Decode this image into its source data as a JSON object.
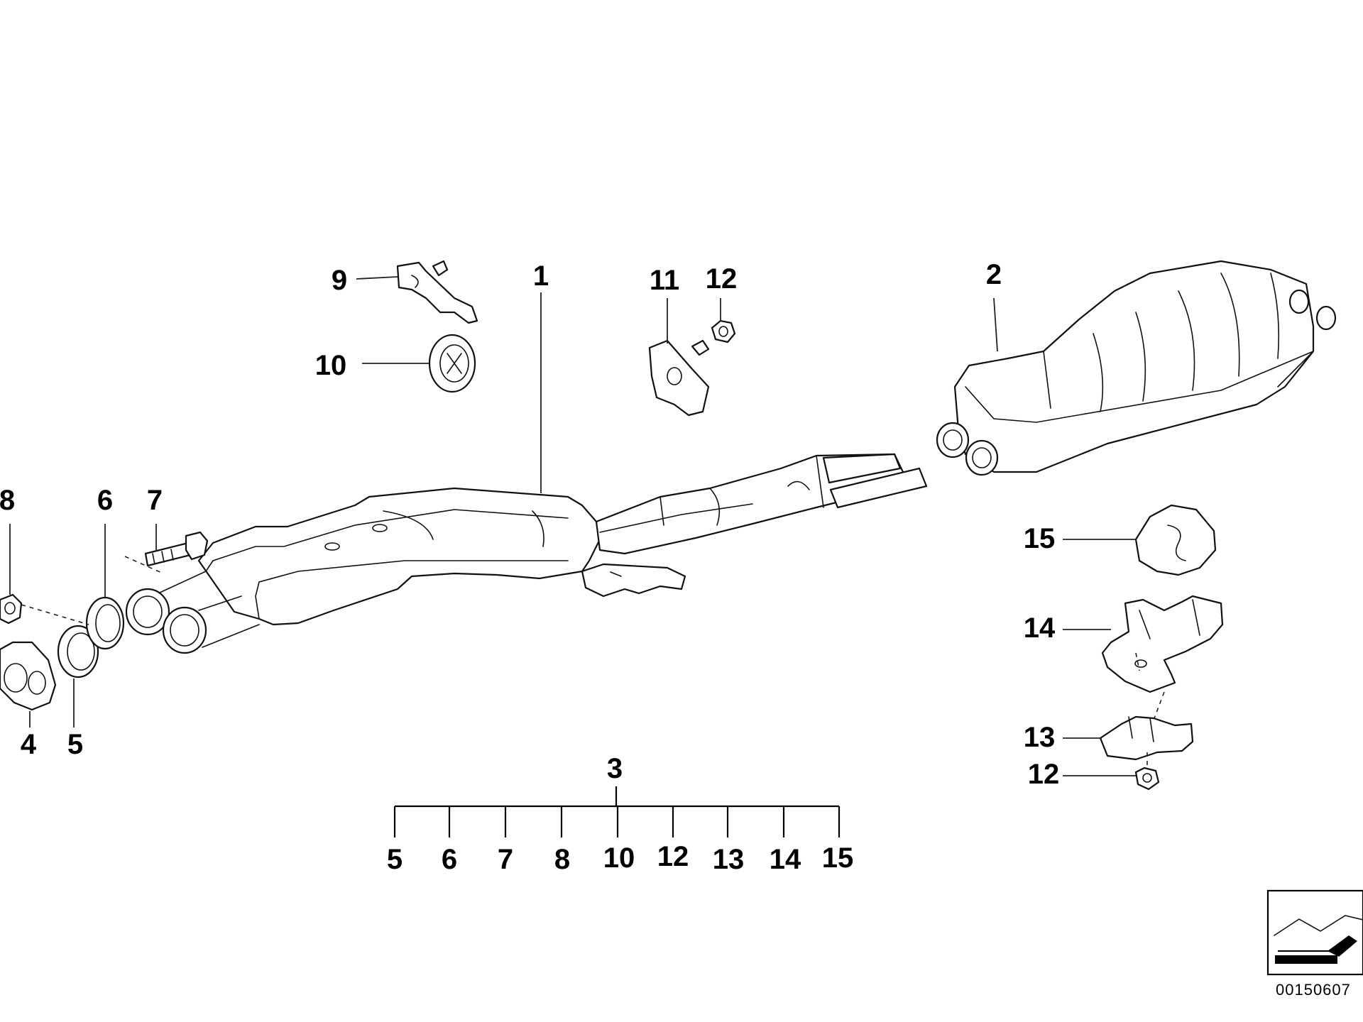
{
  "diagram": {
    "type": "exploded-parts-diagram",
    "callouts": {
      "c1": "1",
      "c2": "2",
      "c3": "3",
      "c4": "4",
      "c5": "5",
      "c6": "6",
      "c7": "7",
      "c8": "8",
      "c9": "9",
      "c10": "10",
      "c11": "11",
      "c12_top": "12",
      "c12_bottom": "12",
      "c13": "13",
      "c14": "14",
      "c15": "15"
    },
    "kit": {
      "label": "3",
      "items": [
        "5",
        "6",
        "7",
        "8",
        "10",
        "12",
        "13",
        "14",
        "15"
      ]
    },
    "diagram_id": "00150607"
  }
}
